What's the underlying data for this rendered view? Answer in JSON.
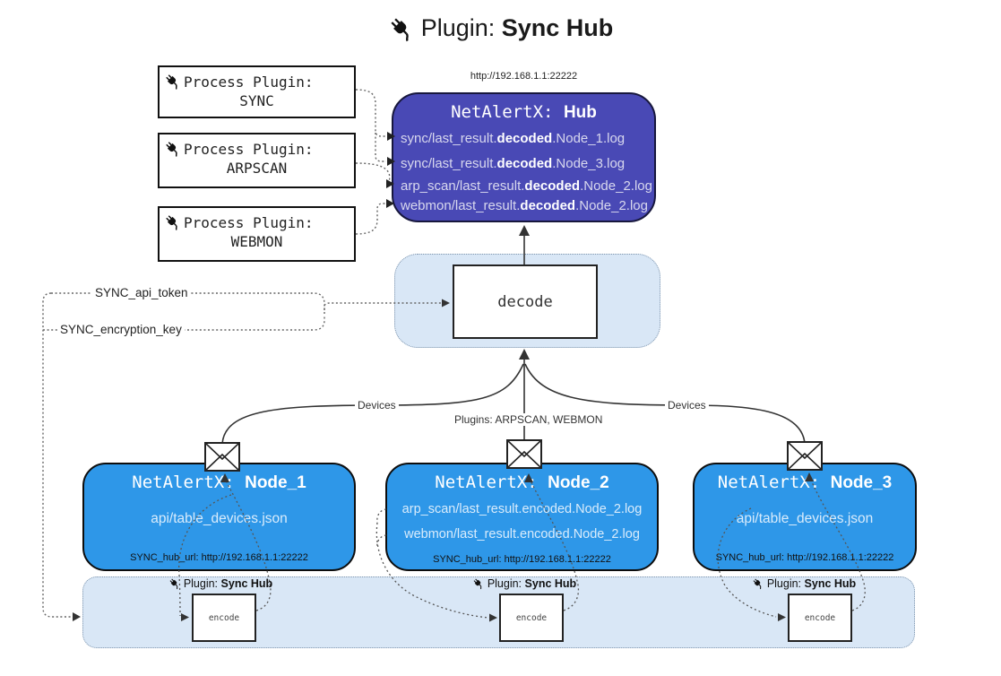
{
  "title": {
    "prefix": "Plugin: ",
    "bold": "Sync Hub"
  },
  "process_plugins": {
    "label": "Process Plugin:",
    "items": [
      {
        "name": "SYNC"
      },
      {
        "name": "ARPSCAN"
      },
      {
        "name": "WEBMON"
      }
    ]
  },
  "hub": {
    "url": "http://192.168.1.1:22222",
    "title_prefix": "NetAlertX: ",
    "title_bold": "Hub",
    "logs": [
      {
        "pre": "sync/last_result.",
        "bold": "decoded",
        "post": ".Node_1.log"
      },
      {
        "pre": "sync/last_result.",
        "bold": "decoded",
        "post": ".Node_3.log"
      },
      {
        "pre": "arp_scan/last_result.",
        "bold": "decoded",
        "post": ".Node_2.log"
      },
      {
        "pre": "webmon/last_result.",
        "bold": "decoded",
        "post": ".Node_2.log"
      }
    ]
  },
  "decode": {
    "label": "decode"
  },
  "keys": {
    "api_token": "SYNC_api_token",
    "encryption_key": "SYNC_encryption_key"
  },
  "edges": {
    "devices_left": "Devices",
    "devices_right": "Devices",
    "plugins_middle": "Plugins: ARPSCAN, WEBMON"
  },
  "nodes": [
    {
      "title_prefix": "NetAlertX: ",
      "title_bold": "Node_1",
      "files": [
        "api/table_devices.json"
      ],
      "hub_url": "SYNC_hub_url: http://192.168.1.1:22222"
    },
    {
      "title_prefix": "NetAlertX: ",
      "title_bold": "Node_2",
      "files": [
        "arp_scan/last_result.encoded.Node_2.log",
        "webmon/last_result.encoded.Node_2.log"
      ],
      "hub_url": "SYNC_hub_url: http://192.168.1.1:22222"
    },
    {
      "title_prefix": "NetAlertX: ",
      "title_bold": "Node_3",
      "files": [
        "api/table_devices.json"
      ],
      "hub_url": "SYNC_hub_url: http://192.168.1.1:22222"
    }
  ],
  "sync_plugin": {
    "prefix": "Plugin: ",
    "bold": "Sync Hub",
    "encode_label": "encode"
  },
  "icons": {
    "plug": "🔌",
    "envelope": "✉"
  },
  "colors": {
    "hub_fill": "#4949b5",
    "node_fill": "#2e97e8",
    "group_fill": "#d9e7f6",
    "line": "#333333",
    "dotted_line": "#666666"
  }
}
